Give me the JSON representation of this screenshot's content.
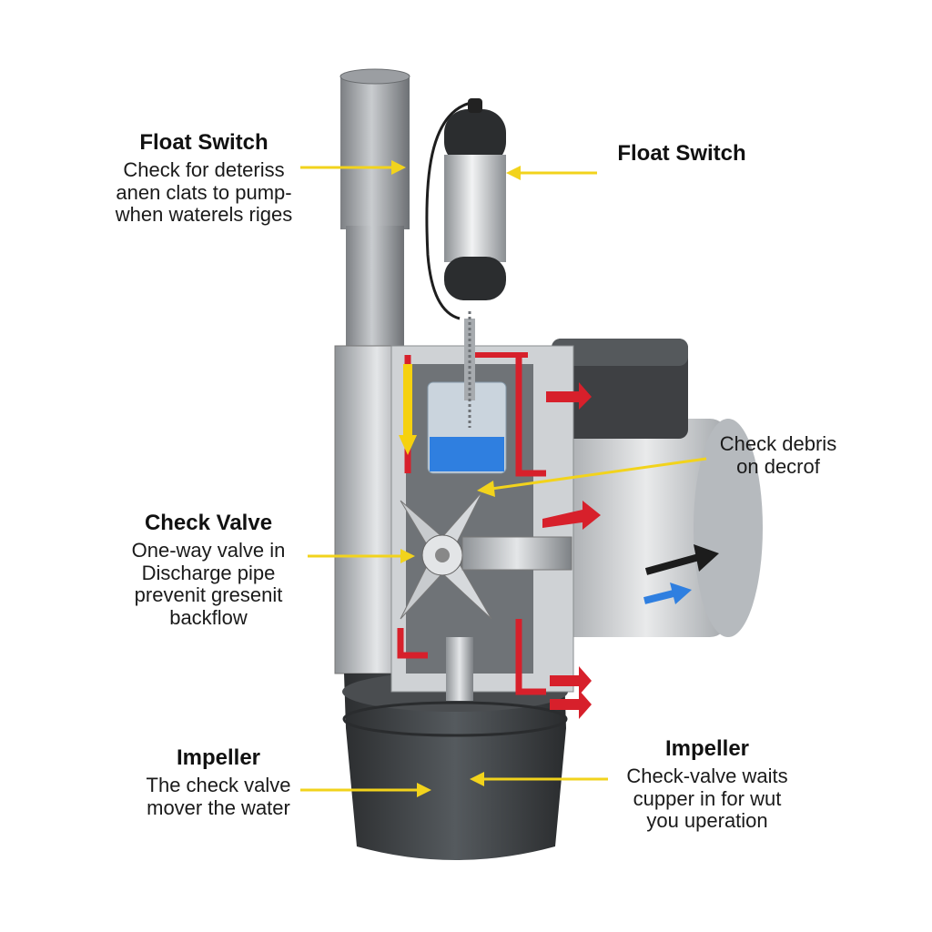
{
  "labels": {
    "float_switch_left": {
      "title": "Float Switch",
      "lines": [
        "Check for deteriss",
        "anen clats to pump-",
        "when waterels riges"
      ]
    },
    "float_switch_right": {
      "title": "Float Switch"
    },
    "check_debris": {
      "lines": [
        "Check debris",
        "on decrof"
      ]
    },
    "check_valve": {
      "title": "Check Valve",
      "lines": [
        "One-way valve in",
        "Discharge pipe",
        "prevenit gresenit",
        "backflow"
      ]
    },
    "impeller_left": {
      "title": "Impeller",
      "lines": [
        "The check valve",
        "mover the water"
      ]
    },
    "impeller_right": {
      "title": "Impeller",
      "lines": [
        "Check-valve waits",
        "cupper in for wut",
        "you uperation"
      ]
    }
  },
  "colors": {
    "callout_arrow": "#f2d31c",
    "seal_red": "#d7202b",
    "water_blue": "#2f7fe0",
    "metal": "#bfc3c7",
    "dark_housing": "#3b3d40"
  }
}
